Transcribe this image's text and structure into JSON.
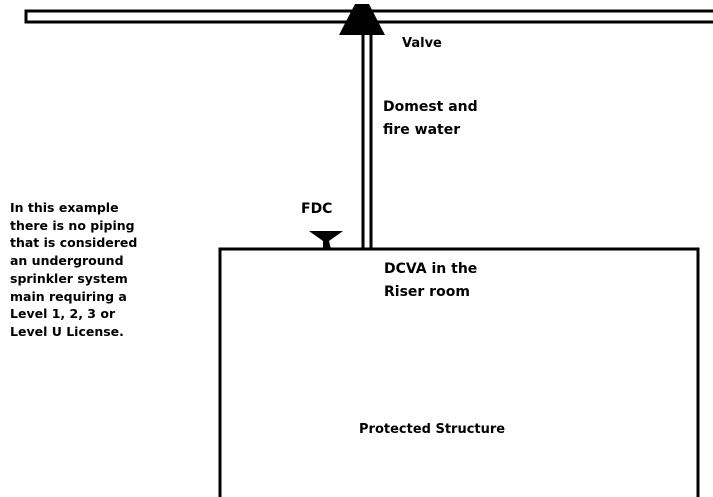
{
  "labels": {
    "valve": "Valve",
    "water_line1": "Domest and",
    "water_line2": "fire water",
    "fdc": "FDC",
    "dcva_line1": "DCVA in the",
    "dcva_line2": "Riser room",
    "structure": "Protected Structure"
  },
  "note": {
    "lines": [
      "In this example",
      "there is no piping",
      "that is considered",
      "an underground",
      "sprinkler system",
      "main requiring a",
      "Level 1, 2, 3 or",
      "Level U License."
    ]
  },
  "colors": {
    "stroke": "#000000",
    "background": "#ffffff"
  }
}
